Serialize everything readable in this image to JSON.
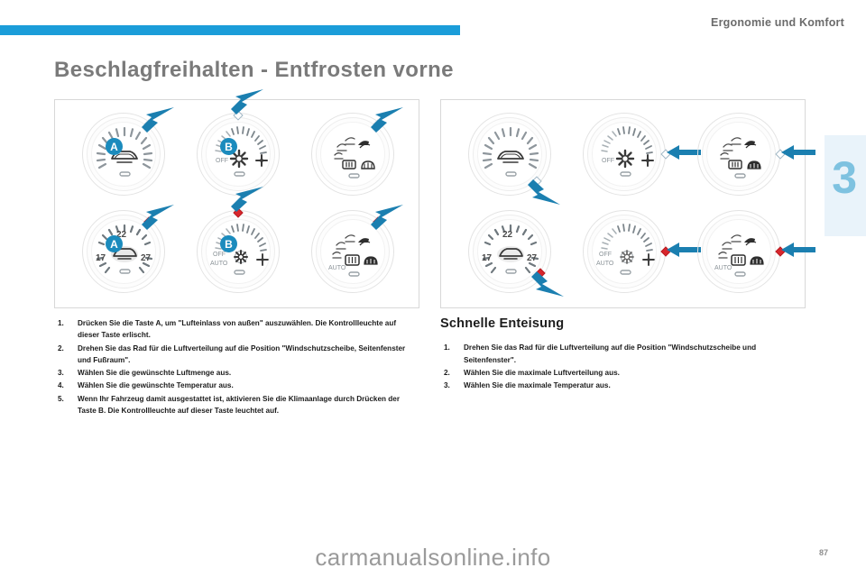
{
  "header": {
    "chapter_title": "Ergonomie und Komfort",
    "chapter_number": "3"
  },
  "page": {
    "title": "Beschlagfreihalten - Entfrosten vorne",
    "number": "87",
    "watermark": "carmanualsonline.info"
  },
  "panels": {
    "left": {
      "name": "Beschlagfreihalten - Entfrosten vorne",
      "rows": [
        {
          "row_name": "manuelle-klimaanlage",
          "dials": [
            {
              "type": "air-intake-dial",
              "badge": "A",
              "marker": "hollow",
              "arrow": "down-left",
              "labels": []
            },
            {
              "type": "blower-speed-dial",
              "badge": "B",
              "marker": "hollow",
              "arrow": "down-left",
              "labels": [
                "OFF"
              ]
            },
            {
              "type": "air-distribution-dial",
              "badge": "",
              "marker": "hollow",
              "arrow": "down-left",
              "labels": []
            }
          ]
        },
        {
          "row_name": "automatische-klimaanlage",
          "dials": [
            {
              "type": "temperature-dial",
              "badge": "A",
              "marker": "solid",
              "arrow": "down-left",
              "labels": [
                "17",
                "22",
                "27"
              ]
            },
            {
              "type": "blower-speed-dial",
              "badge": "B",
              "marker": "solid",
              "arrow": "down-left",
              "labels": [
                "OFF",
                "AUTO"
              ]
            },
            {
              "type": "air-distribution-dial",
              "badge": "",
              "marker": "solid",
              "arrow": "down-left",
              "labels": [
                "AUTO"
              ]
            }
          ]
        }
      ]
    },
    "right": {
      "name": "Schnelle Enteisung",
      "rows": [
        {
          "row_name": "manuelle-klimaanlage",
          "dials": [
            {
              "type": "air-intake-dial",
              "badge": "",
              "marker": "hollow",
              "arrow": "down-left",
              "labels": []
            },
            {
              "type": "blower-speed-dial",
              "badge": "",
              "marker": "hollow",
              "arrow": "left",
              "labels": [
                "OFF"
              ]
            },
            {
              "type": "air-distribution-dial",
              "badge": "",
              "marker": "hollow",
              "arrow": "left",
              "labels": []
            }
          ]
        },
        {
          "row_name": "automatische-klimaanlage",
          "dials": [
            {
              "type": "temperature-dial",
              "badge": "",
              "marker": "solid",
              "arrow": "down-left",
              "labels": [
                "17",
                "22",
                "27"
              ]
            },
            {
              "type": "blower-speed-dial",
              "badge": "",
              "marker": "solid",
              "arrow": "left",
              "labels": [
                "OFF",
                "AUTO"
              ]
            },
            {
              "type": "air-distribution-dial",
              "badge": "",
              "marker": "solid",
              "arrow": "left",
              "labels": [
                "AUTO"
              ]
            }
          ]
        }
      ]
    }
  },
  "left_text": {
    "steps": [
      {
        "num": "1.",
        "text": "Drücken Sie die Taste A, um \"Lufteinlass von außen\" auszuwählen. Die Kontrollleuchte auf dieser Taste erlischt."
      },
      {
        "num": "2.",
        "text": "Drehen Sie das Rad für die Luftverteilung auf die Position \"Windschutzscheibe, Seitenfenster und Fußraum\"."
      },
      {
        "num": "3.",
        "text": "Wählen Sie die gewünschte Luftmenge aus."
      },
      {
        "num": "4.",
        "text": "Wählen Sie die gewünschte Temperatur aus."
      },
      {
        "num": "5.",
        "text": "Wenn Ihr Fahrzeug damit ausgestattet ist, aktivieren Sie die Klimaanlage durch Drücken der Taste B. Die Kontrollleuchte auf dieser Taste leuchtet auf."
      }
    ]
  },
  "right_text": {
    "heading": "Schnelle Enteisung",
    "steps": [
      {
        "num": "1.",
        "text": "Drehen Sie das Rad für die Luftverteilung auf die Position \"Windschutzscheibe und Seitenfenster\"."
      },
      {
        "num": "2.",
        "text": "Wählen Sie die maximale Luftverteilung aus."
      },
      {
        "num": "3.",
        "text": "Wählen Sie die maximale Temperatur aus."
      }
    ]
  },
  "colors": {
    "accent": "#1b9dd9",
    "badge": "#1b8bbd",
    "marker_active": "#d8262c",
    "tab_background": "#e9f3fa",
    "chapter_number": "#7ec2e0"
  }
}
